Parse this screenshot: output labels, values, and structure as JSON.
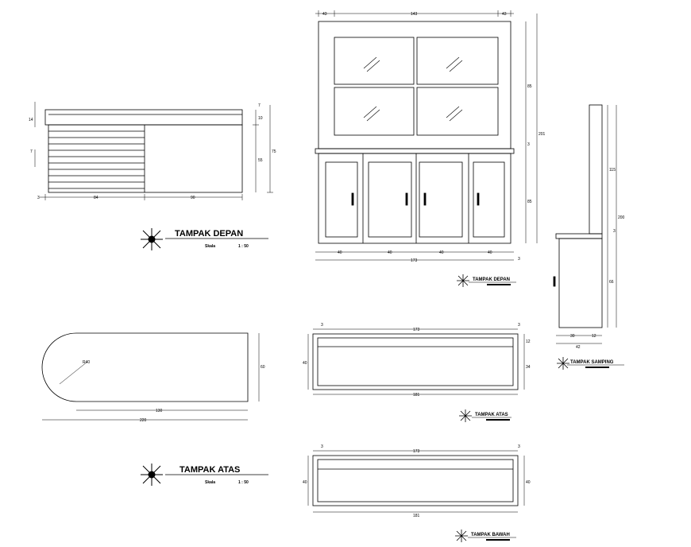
{
  "drawing": {
    "views": {
      "front_desk": {
        "title": "TAMPAK DEPAN",
        "scale_label": "Skala",
        "scale_value": "1 : 50",
        "dims": {
          "left_width": "84",
          "right_width": "90",
          "edge": "3",
          "height_total": "75",
          "height_body": "55",
          "top_a": "7",
          "top_b": "10",
          "top_c": "14",
          "slat": "7"
        }
      },
      "front_cabinet": {
        "title": "TAMPAK DEPAN",
        "dims": {
          "side_left": "43",
          "top_mid": "143",
          "side_right": "43",
          "door_1": "40",
          "door_2": "40",
          "door_3": "40",
          "door_4": "40",
          "total": "173",
          "edge": "3",
          "glass_h": "85",
          "base_h": "85",
          "total_h": "201",
          "shelf": "3"
        }
      },
      "side": {
        "title": "TAMPAK SAMPING",
        "dims": {
          "upper_h": "115",
          "lower_h": "66",
          "total_h": "200",
          "depth_a": "30",
          "depth_b": "12",
          "total_d": "42",
          "ledge": "3"
        }
      },
      "top_desk": {
        "title": "TAMPAK ATAS",
        "scale_label": "Skala",
        "scale_value": "1 : 50",
        "dims": {
          "radius": "R40",
          "straight": "130",
          "total": "220",
          "depth": "60"
        }
      },
      "top_cabinet": {
        "title": "TAMPAK ATAS",
        "dims": {
          "edge_l": "3",
          "inner": "173",
          "edge_r": "3",
          "total": "181",
          "depth": "40",
          "inner_d": "34",
          "back": "12"
        }
      },
      "bottom_cabinet": {
        "title": "TAMPAK BAWAH",
        "dims": {
          "edge_l": "3",
          "inner": "173",
          "edge_r": "3",
          "total": "181",
          "depth": "40",
          "inner_d": "40"
        }
      }
    }
  }
}
